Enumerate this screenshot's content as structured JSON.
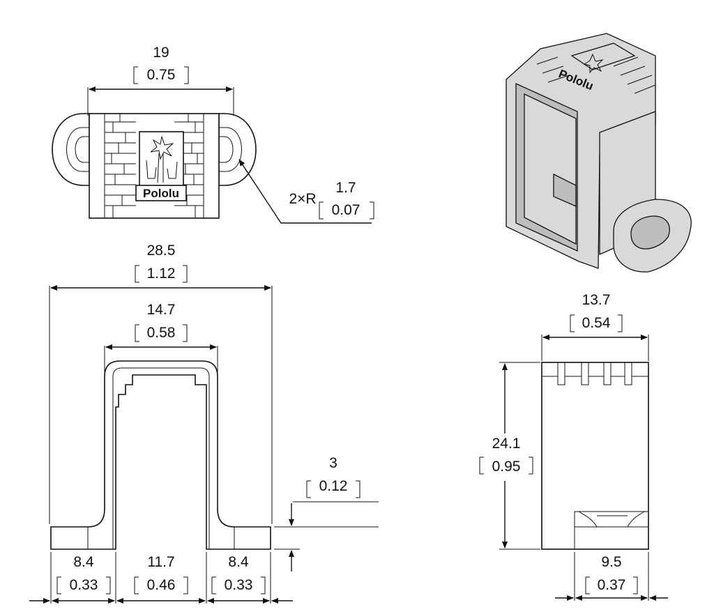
{
  "brand": "Pololu",
  "top_view": {
    "width_mm": "19",
    "width_in": "0.75",
    "radius_prefix": "2×R",
    "radius_mm": "1.7",
    "radius_in": "0.07"
  },
  "front_view": {
    "overall_mm": "28.5",
    "overall_in": "1.12",
    "inner_mm": "14.7",
    "inner_in": "0.58",
    "flange_thickness_mm": "3",
    "flange_thickness_in": "0.12",
    "left_flange_mm": "8.4",
    "left_flange_in": "0.33",
    "gap_mm": "11.7",
    "gap_in": "0.46",
    "right_flange_mm": "8.4",
    "right_flange_in": "0.33"
  },
  "side_view": {
    "width_mm": "13.7",
    "width_in": "0.54",
    "height_mm": "24.1",
    "height_in": "0.95",
    "flange_mm": "9.5",
    "flange_in": "0.37"
  }
}
